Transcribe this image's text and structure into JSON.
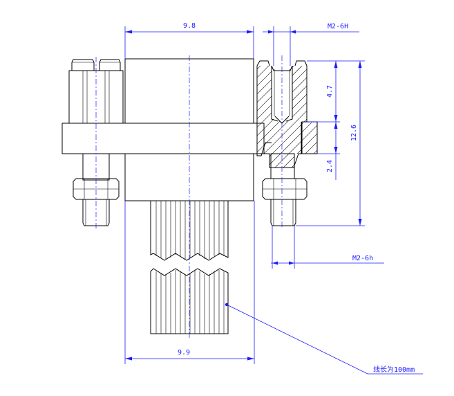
{
  "drawing": {
    "dimensions": {
      "top_width": "9.8",
      "bottom_width": "9.9",
      "thread_top": "M2-6H",
      "thread_bottom": "M2-6h",
      "height_upper": "4.7",
      "height_lower": "2.4",
      "height_total": "12.6"
    },
    "note": "线长为100mm",
    "colors": {
      "outline": "#000000",
      "dimension": "#1a1aff",
      "background": "#ffffff"
    }
  }
}
